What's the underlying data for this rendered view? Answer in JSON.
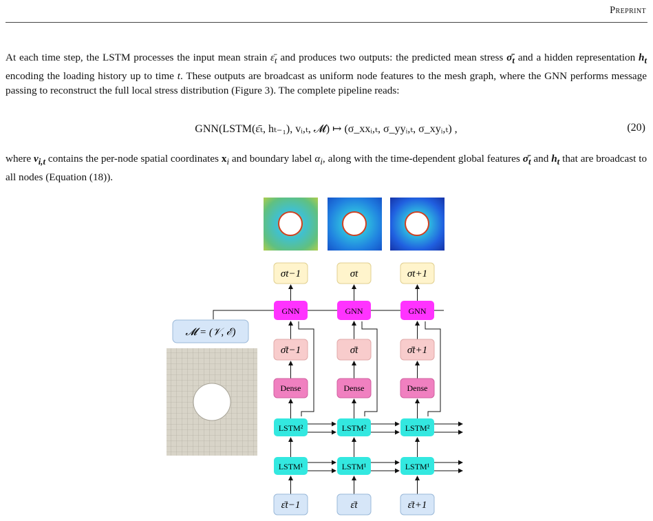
{
  "header": {
    "label": "Preprint"
  },
  "paragraph1": {
    "s1": "At each time step, the LSTM processes the input mean strain",
    "s2": "and produces two outputs: the predicted mean stress",
    "s3": "and a hidden representation",
    "s4": "encoding the loading history up to time",
    "s5": ". These outputs are broadcast as uniform node features to the mesh graph, where the GNN performs message passing to reconstruct the full local stress distribution (Figure 3). The complete pipeline reads:"
  },
  "equation": {
    "text": "GNN(LSTM(ε̄ₜ, hₜ₋₁), vᵢ,ₜ, 𝓜) ↦ (σ_xxᵢ,ₜ, σ_yyᵢ,ₜ, σ_xyᵢ,ₜ) ,",
    "number": "(20)"
  },
  "paragraph2": {
    "s1": "where",
    "s2": "contains the per-node spatial coordinates",
    "s3": "and boundary label",
    "s4": ", along with the time-dependent global features",
    "s5": "and",
    "s6": "that are broadcast to all nodes (Equation (18))."
  },
  "figure": {
    "mesh_label": "𝓜 = (𝒱, ℰ)",
    "sigma_out": [
      "σt−1",
      "σt",
      "σt+1"
    ],
    "gnn_label": "GNN",
    "mean_stress": [
      "σ̄t−1",
      "σ̄t",
      "σ̄t+1"
    ],
    "dense_label": "Dense",
    "lstm2_label": "LSTM²",
    "lstm1_label": "LSTM¹",
    "mean_strain": [
      "ε̄t−1",
      "ε̄t",
      "ε̄t+1"
    ],
    "colors": {
      "gnn": "#ff33ff",
      "dense": "#f080c0",
      "lstm": "#33e8e0",
      "output": "#fff4cc",
      "stress": "#f8cccc",
      "strain": "#d6e6f8",
      "mesh_box": "#d6e6f8",
      "mesh_fill": "#d8d4c8"
    }
  }
}
